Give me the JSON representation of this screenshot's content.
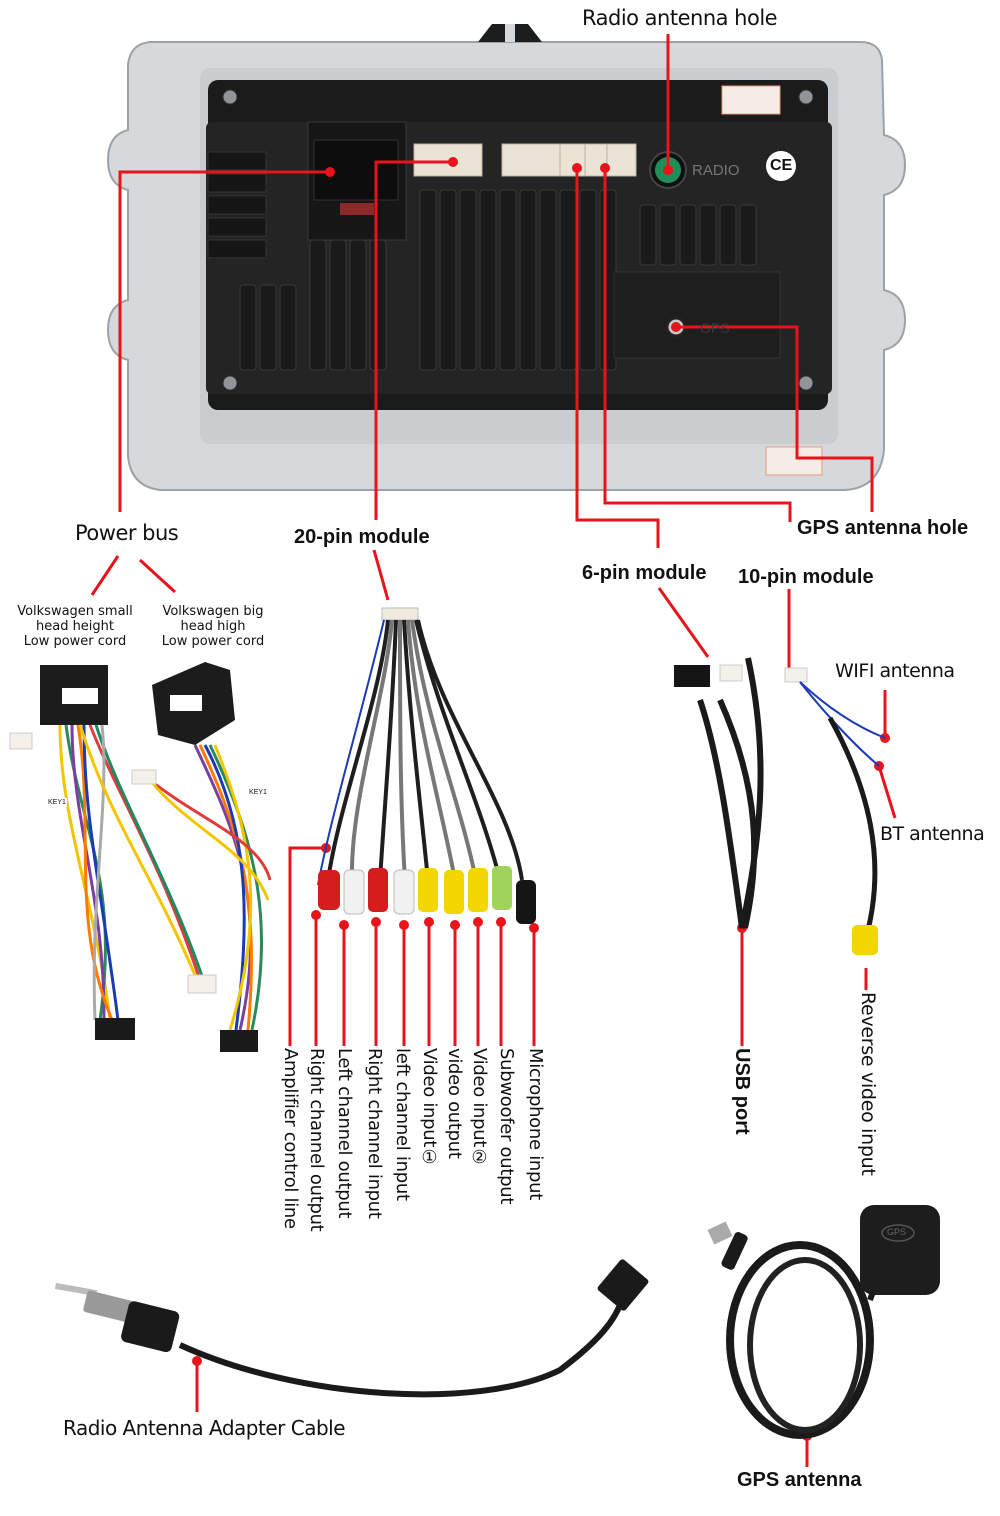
{
  "diagram": {
    "title": "Car radio head unit rear wiring diagram",
    "accent_color": "#e8141b",
    "head_unit": {
      "marks": {
        "radio_port_text": "RADIO",
        "gps_port_text": "GPS",
        "ce_mark": "CE"
      }
    },
    "labels": {
      "radio_antenna_hole": "Radio antenna hole",
      "power_bus": "Power bus",
      "twenty_pin_module": "20-pin module",
      "gps_antenna_hole": "GPS antenna hole",
      "six_pin_module": "6-pin module",
      "ten_pin_module": "10-pin module",
      "vw_small": [
        "Volkswagen small",
        "head height",
        "Low power cord"
      ],
      "vw_big": [
        "Volkswagen big",
        "head high",
        "Low power cord"
      ],
      "wifi_antenna": "WIFI antenna",
      "bt_antenna": "BT antenna",
      "usb_port": "USB port",
      "reverse_video_input": "Reverse video input",
      "radio_antenna_adapter_cable": "Radio Antenna Adapter Cable",
      "gps_antenna": "GPS antenna"
    },
    "rca_outputs": [
      "Microphone input",
      "Subwoofer output",
      "Video input②",
      "video output",
      "Video input①",
      "left channel input",
      "Right channel input",
      "Left channel output",
      "Right channel output",
      "Amplifier control line"
    ],
    "harness_tags": {
      "key_tag": "KEY1"
    },
    "gps_puck_text": "GPS"
  }
}
